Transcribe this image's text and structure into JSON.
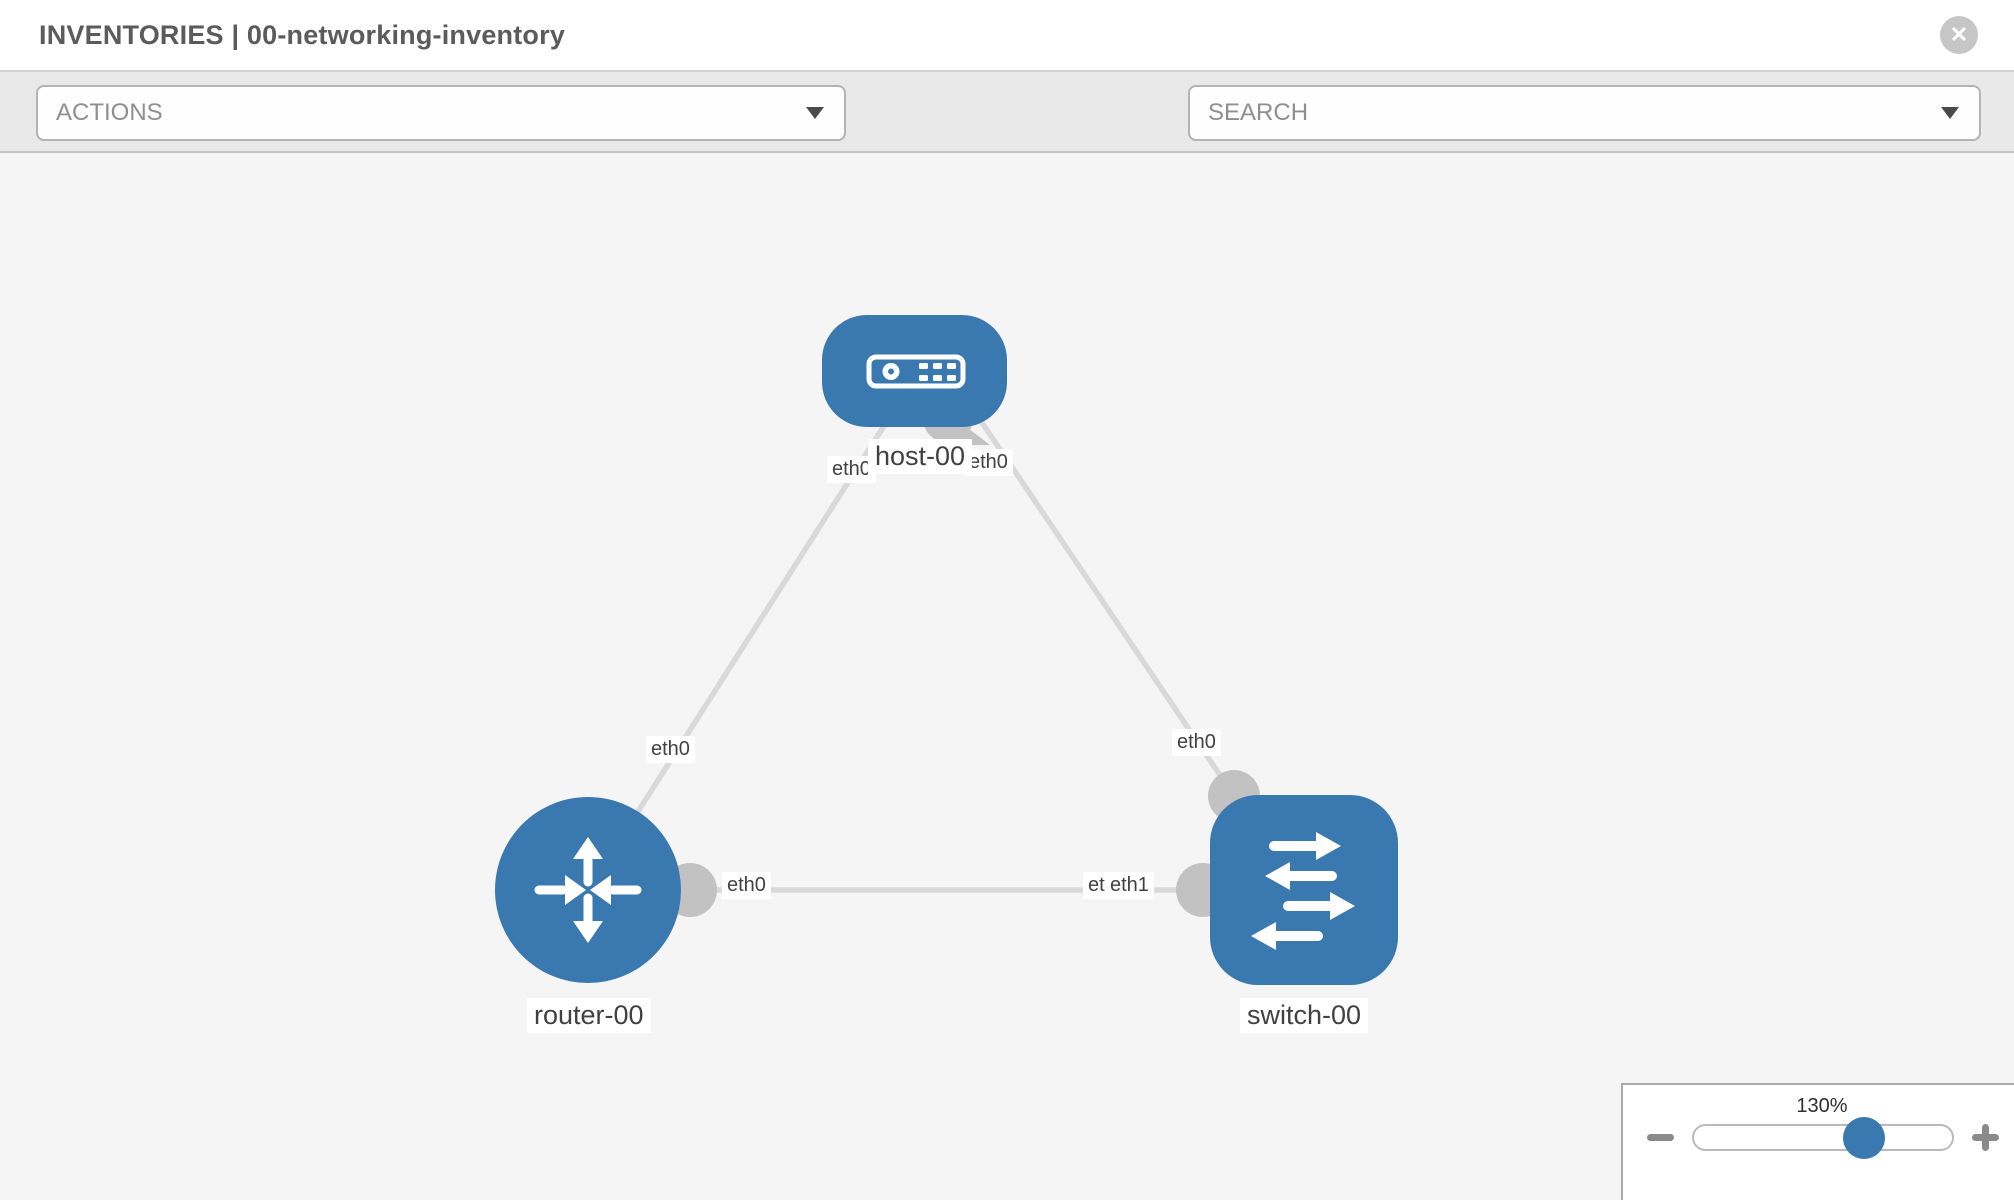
{
  "header": {
    "title": "INVENTORIES | 00-networking-inventory"
  },
  "icons": {
    "close": "✕"
  },
  "toolbar": {
    "actions_label": "ACTIONS",
    "search_label": "SEARCH"
  },
  "canvas": {
    "nodes": [
      {
        "id": "host-00",
        "label": "host-00",
        "type": "host"
      },
      {
        "id": "router-00",
        "label": "router-00",
        "type": "router"
      },
      {
        "id": "switch-00",
        "label": "switch-00",
        "type": "switch"
      }
    ],
    "edges": [
      {
        "from": "host-00",
        "from_iface": "eth0",
        "to": "router-00",
        "to_iface": "eth0"
      },
      {
        "from": "host-00",
        "from_iface": "eth0",
        "to": "switch-00",
        "to_iface": "eth0"
      },
      {
        "from": "router-00",
        "from_iface": "eth0",
        "to": "switch-00",
        "to_iface": "eth1"
      }
    ]
  },
  "zoom": {
    "level": "130%",
    "slider_percent": 66
  },
  "colors": {
    "node_blue": "#3a78b0",
    "edge_gray": "#d9d9d9",
    "iface_gray": "#c2c2c2",
    "icon_gray": "#6e757d"
  }
}
